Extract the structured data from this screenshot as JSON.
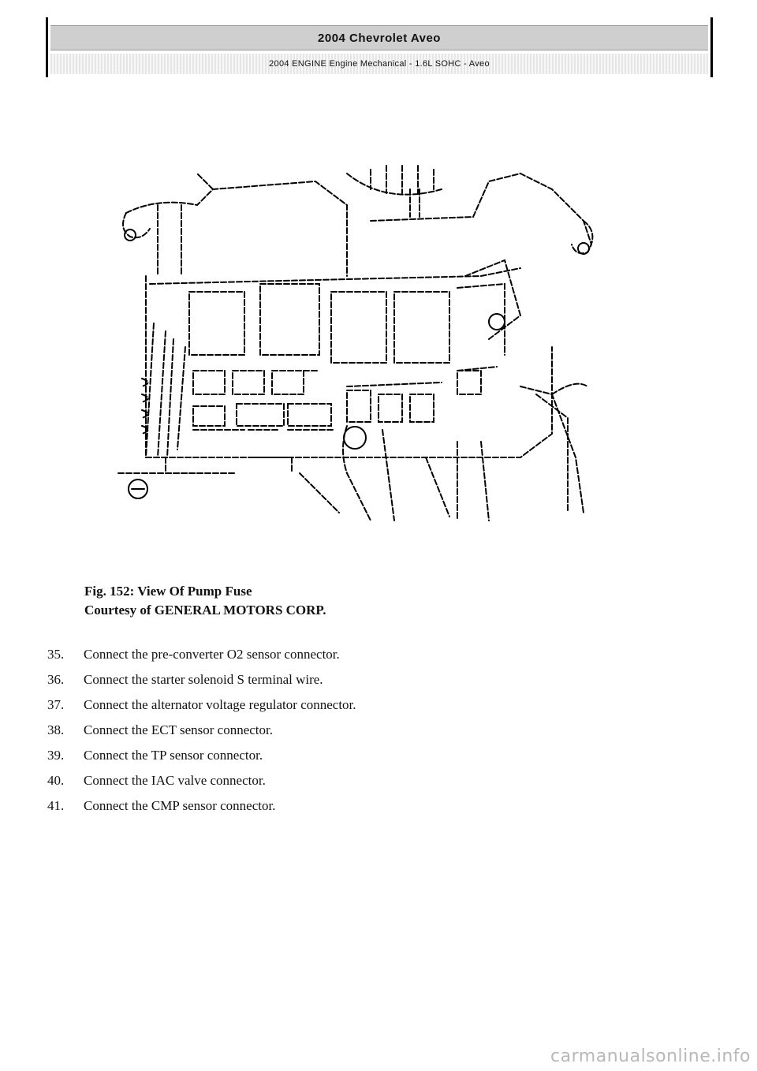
{
  "header": {
    "title": "2004 Chevrolet Aveo",
    "subtitle": "2004 ENGINE Engine Mechanical - 1.6L SOHC - Aveo"
  },
  "figure": {
    "caption_line1": "Fig. 152: View Of Pump Fuse",
    "caption_line2": "Courtesy of GENERAL MOTORS CORP."
  },
  "steps": [
    {
      "num": "35.",
      "text": "Connect the pre-converter O2 sensor connector."
    },
    {
      "num": "36.",
      "text": "Connect the starter solenoid S terminal wire."
    },
    {
      "num": "37.",
      "text": "Connect the alternator voltage regulator connector."
    },
    {
      "num": "38.",
      "text": "Connect the ECT sensor connector."
    },
    {
      "num": "39.",
      "text": "Connect the TP sensor connector."
    },
    {
      "num": "40.",
      "text": "Connect the IAC valve connector."
    },
    {
      "num": "41.",
      "text": "Connect the CMP sensor connector."
    }
  ],
  "watermark": "carmanualsonline.info"
}
